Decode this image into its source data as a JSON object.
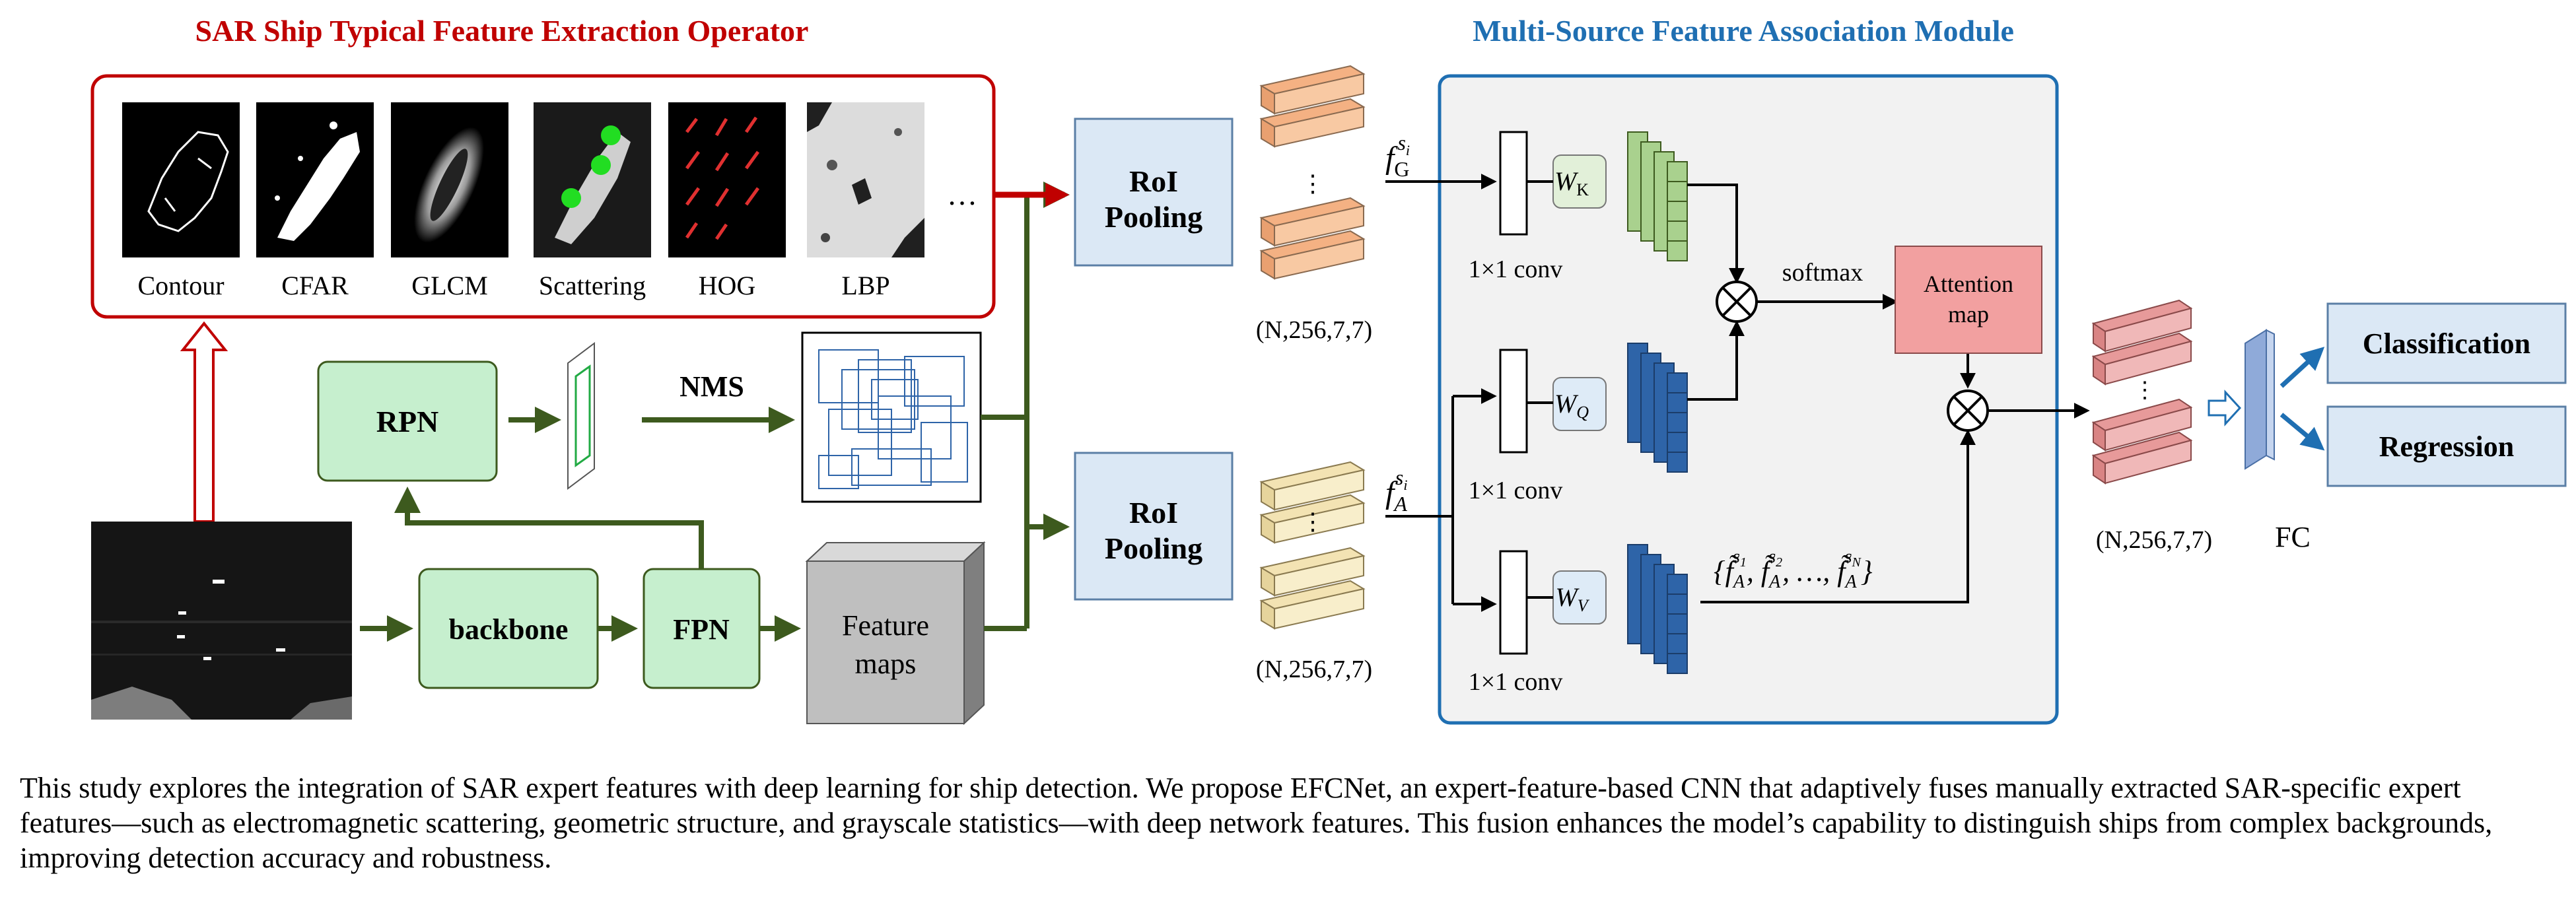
{
  "left_module": {
    "title": "SAR Ship Typical Feature Extraction Operator",
    "features": [
      "Contour",
      "CFAR",
      "GLCM",
      "Scattering",
      "HOG",
      "LBP"
    ],
    "ellipsis": "…"
  },
  "right_module": {
    "title": "Multi-Source Feature Association Module"
  },
  "blocks": {
    "rpn": "RPN",
    "backbone": "backbone",
    "fpn": "FPN",
    "feature_maps_line1": "Feature",
    "feature_maps_line2": "maps",
    "nms": "NMS",
    "roi_line1": "RoI",
    "roi_line2": "Pooling",
    "tensor_shape": "(N,256,7,7)"
  },
  "attention": {
    "f_g": "f",
    "f_g_sub": "G",
    "f_g_sup": "s",
    "f_g_sup_sub": "i",
    "f_a": "f",
    "f_a_sub": "A",
    "f_a_sup": "s",
    "f_a_sup_sub": "i",
    "conv": "1×1 conv",
    "w_k": "W",
    "w_k_sub": "K",
    "w_q": "W",
    "w_q_sub": "Q",
    "w_v": "W",
    "w_v_sub": "V",
    "softmax": "softmax",
    "attention_map_line1": "Attention",
    "attention_map_line2": "map",
    "set_expr": "{f̃",
    "set_items": [
      "{f̃",
      "A",
      "s",
      "1",
      ", f̃",
      "A",
      "s",
      "2",
      ", …, f̃",
      "A",
      "s",
      "N",
      "}"
    ]
  },
  "head": {
    "fc": "FC",
    "classification": "Classification",
    "regression": "Regression"
  },
  "caption": "This study explores the integration of SAR expert features with deep learning for ship detection. We propose EFCNet, an expert-feature-based CNN that adaptively fuses manually extracted SAR-specific expert features—such as electromagnetic scattering, geometric structure, and grayscale statistics—with deep network features. This fusion enhances the model’s capability to distinguish ships from complex backgrounds, improving detection accuracy and robustness.",
  "colors": {
    "red_title": "#c00000",
    "blue_title": "#1f6fb2",
    "green_block": "#c6efce",
    "green_arrow": "#3d5a1e",
    "roi_fill": "#dbe8f5",
    "attention_fill": "#f2a0a0",
    "blue_cube": "#2e64a8",
    "green_cube": "#a9d18e",
    "peach_cube": "#f4b183",
    "cream_cube": "#f3e3b3",
    "pink_cube": "#e79a9a"
  }
}
